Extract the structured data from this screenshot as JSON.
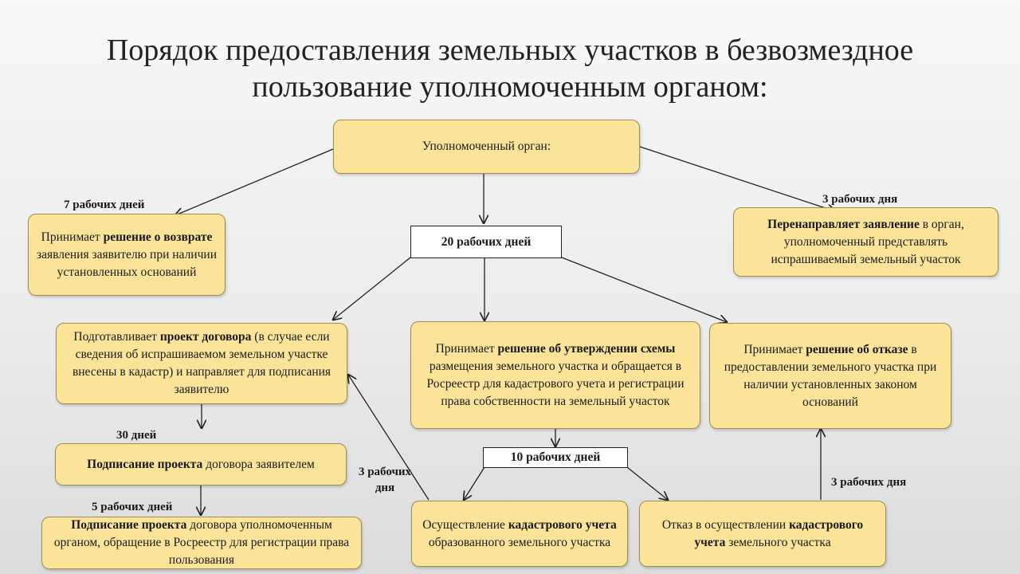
{
  "title": "Порядок предоставления земельных участков в безвозмездное пользование уполномоченным органом:",
  "nodes": {
    "authority": "Уполномоченный орган:",
    "return_decision": {
      "t1": "Принимает ",
      "b1": "решение о возврате",
      "t2": " заявления заявителю при наличии установленных оснований"
    },
    "redirect": {
      "b1": "Перенаправляет заявление",
      "t1": " в орган, уполномоченный представлять испрашиваемый земельный участок"
    },
    "days20": "20 рабочих дней",
    "draft_contract": {
      "t1": "Подготавливает ",
      "b1": "проект договора",
      "t2": " (в случае если сведения об испрашиваемом земельном участке внесены в кадастр) и направляет для подписания заявителю"
    },
    "approve_scheme": {
      "t1": "Принимает ",
      "b1": "решение об утверждении схемы",
      "t2": " размещения земельного участка и обращается в Росреестр для кадастрового учета и регистрации права собственности на земельный участок"
    },
    "refusal_decision": {
      "t1": "Принимает ",
      "b1": "решение об отказе",
      "t2": " в предоставлении земельного участка при наличии установленных законом оснований"
    },
    "applicant_sign": {
      "b1": "Подписание проекта",
      "t1": " договора заявителем"
    },
    "authority_sign": {
      "b1": "Подписание проекта",
      "t1": " договора уполномоченным органом, обращение в Росреестр для регистрации права пользования"
    },
    "days10": "10 рабочих дней",
    "cadastral_done": {
      "t1": "Осуществление ",
      "b1": "кадастрового учета",
      "t2": " образованного земельного участка"
    },
    "cadastral_refusal": {
      "t1": "Отказ в осуществлении ",
      "b1": "кадастрового учета",
      "t2": " земельного участка"
    }
  },
  "labels": {
    "days7": "7 рабочих дней",
    "days3_top": "3 рабочих дня",
    "days30": "30 дней",
    "days5": "5 рабочих дней",
    "days3_mid": "3 рабочих дня",
    "days3_right": "3 рабочих дня"
  }
}
